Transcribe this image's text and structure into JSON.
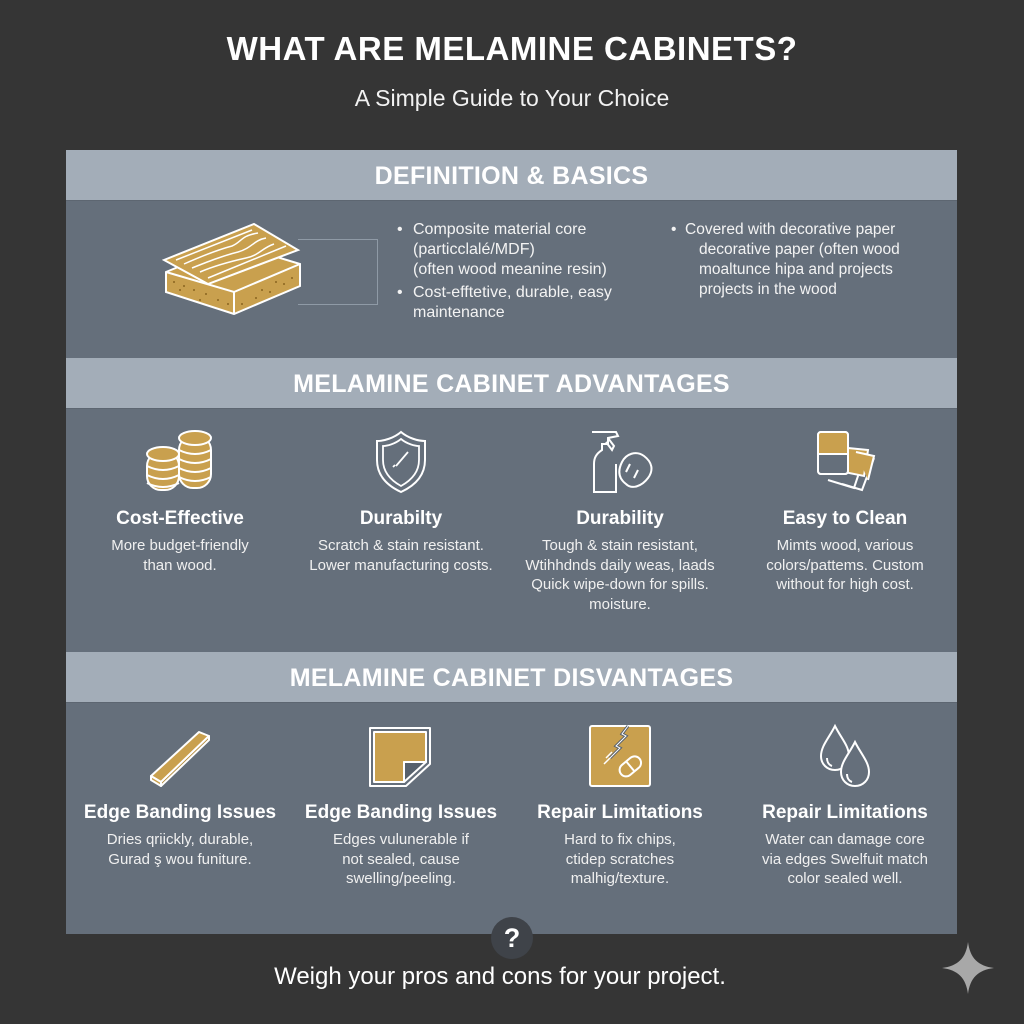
{
  "header": {
    "title": "WHAT ARE MELAMINE CABINETS?",
    "subtitle": "A Simple Guide to Your Choice"
  },
  "colors": {
    "background": "#353535",
    "panel": "#656f7b",
    "band": "#a3adb8",
    "gold": "#c9a04e",
    "text": "#ffffff"
  },
  "definition": {
    "heading": "DEFINITION & BASICS",
    "icon": "layered-board-icon",
    "left_bullets": [
      {
        "lines": [
          "Composite material core",
          "(particclalé/MDF)",
          "(often wood meanine resin)"
        ]
      },
      {
        "lines": [
          "Cost-efftetive, durable, easy",
          "maintenance"
        ]
      }
    ],
    "right_bullets": [
      {
        "lines": [
          "Covered with decorative paper",
          "decorative paper (often wood",
          "moaltunce hipa and projects",
          "projects in the wood"
        ]
      }
    ]
  },
  "advantages": {
    "heading": "MELAMINE CABINET ADVANTAGES",
    "items": [
      {
        "icon": "coins-icon",
        "title": "Cost-Effective",
        "lines": [
          "More budget-friendly",
          "than wood."
        ]
      },
      {
        "icon": "shield-icon",
        "title": "Durabilty",
        "lines": [
          "Scratch & stain resistant.",
          "Lower manufacturing costs."
        ]
      },
      {
        "icon": "spray-bottle-icon",
        "title": "Durability",
        "lines": [
          "Tough & stain resistant,",
          "Wtihhdnds daily weas, laads",
          "Quick wipe-down for spills.",
          "moisture."
        ]
      },
      {
        "icon": "color-swatches-icon",
        "title": "Easy to Clean",
        "lines": [
          "Mimts wood, various",
          "colors/pattems. Custom",
          "without for high cost."
        ]
      }
    ]
  },
  "disadvantages": {
    "heading": "MELAMINE CABINET DISVANTAGES",
    "items": [
      {
        "icon": "edge-band-strip-icon",
        "title": "Edge Banding Issues",
        "lines": [
          "Dries qriickly, durable,",
          "Gurad ş wou funiture."
        ]
      },
      {
        "icon": "peeling-corner-icon",
        "title": "Edge Banding Issues",
        "lines": [
          "Edges vulunerable if",
          "not sealed, cause",
          "swelling/peeling."
        ]
      },
      {
        "icon": "cracked-panel-icon",
        "title": "Repair Limitations",
        "lines": [
          "Hard to fix chips,",
          "ctidep scratches",
          "malhig/texture."
        ]
      },
      {
        "icon": "water-drops-icon",
        "title": "Repair Limitations",
        "lines": [
          "Water can damage core",
          "via edges Swelfuit match",
          "color sealed well."
        ]
      }
    ]
  },
  "help_badge": "?",
  "footer": {
    "text": "Weigh your pros and cons for your project."
  }
}
